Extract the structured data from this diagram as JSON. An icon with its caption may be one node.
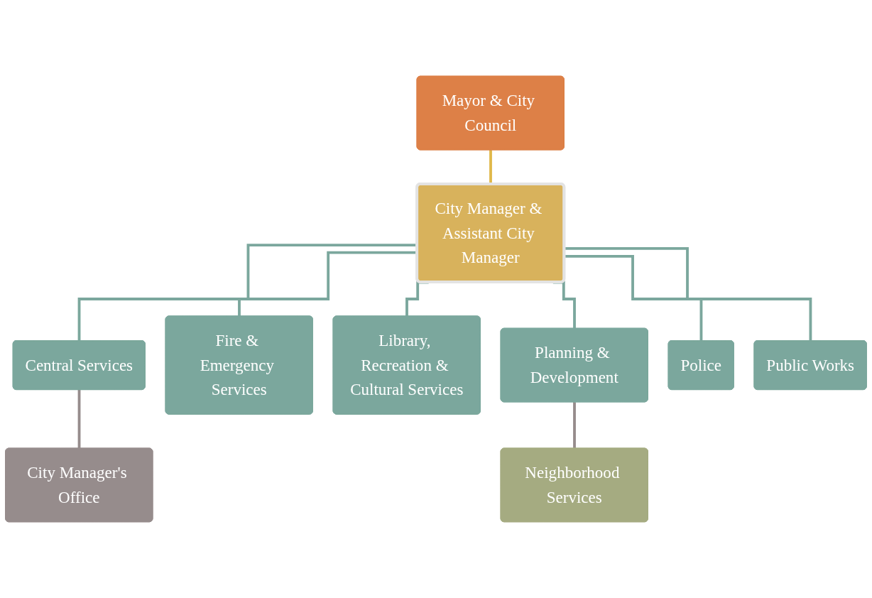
{
  "diagram": {
    "nodes": [
      {
        "text": [
          "Mayor & City Council"
        ]
      },
      {
        "text": [
          "City Manager & Assistant City Manager"
        ]
      },
      {
        "text": [
          "Central Services"
        ]
      },
      {
        "text": [
          "Fire & Emergency Services"
        ]
      },
      {
        "text": [
          "Library, Recreation & Cultural Services"
        ]
      },
      {
        "text": [
          "Planning & Development"
        ]
      },
      {
        "text": [
          "Police"
        ]
      },
      {
        "text": [
          "Public Works"
        ]
      },
      {
        "text": [
          "City Manager's Office"
        ]
      },
      {
        "text": [
          "Neighborhood Services"
        ]
      }
    ],
    "edges": [
      {
        "from": 0,
        "to": 1,
        "arrow": "none",
        "color": "#e0b84a"
      },
      {
        "from": 1,
        "to": 2,
        "arrow": "none"
      },
      {
        "from": 1,
        "to": 3,
        "arrow": "none"
      },
      {
        "from": 1,
        "to": 4,
        "arrow": "none"
      },
      {
        "from": 1,
        "to": 5,
        "arrow": "none"
      },
      {
        "from": 1,
        "to": 6,
        "arrow": "none"
      },
      {
        "from": 1,
        "to": 7,
        "arrow": "none"
      },
      {
        "from": 2,
        "to": 8,
        "arrow": "none",
        "color": "#968c8c"
      },
      {
        "from": 5,
        "to": 9,
        "arrow": "none",
        "color": "#968c8c"
      }
    ]
  }
}
